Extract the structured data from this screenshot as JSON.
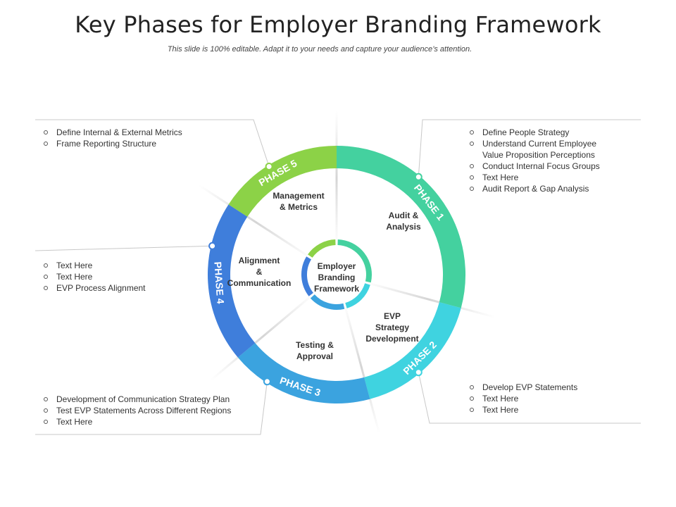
{
  "title": "Key Phases for Employer Branding Framework",
  "subtitle": "This slide is 100% editable. Adapt it to your needs and capture your audience’s attention.",
  "center": "Employer Branding Framework",
  "colors": {
    "phase1": "#44D19F",
    "phase2": "#3FD3E0",
    "phase3": "#3BA3DF",
    "phase4": "#3F7EDB",
    "phase5": "#8CD247",
    "connector": "#C8C8C8"
  },
  "phases": [
    {
      "label": "PHASE 1",
      "sector": [
        "Audit &",
        "Analysis"
      ],
      "bullets": [
        "Define People Strategy",
        "Understand Current Employee Value Proposition Perceptions",
        "Conduct Internal Focus Groups",
        "Text Here",
        "Audit Report & Gap Analysis"
      ]
    },
    {
      "label": "PHASE 2",
      "sector": [
        "EVP",
        "Strategy",
        "Development"
      ],
      "bullets": [
        "Develop  EVP Statements",
        "Text Here",
        "Text Here"
      ]
    },
    {
      "label": "PHASE 3",
      "sector": [
        "Testing &",
        "Approval"
      ],
      "bullets": [
        "Development  of Communication Strategy Plan",
        "Test EVP Statements Across Different Regions",
        "Text Here"
      ]
    },
    {
      "label": "PHASE 4",
      "sector": [
        "Alignment",
        "&",
        "Communication"
      ],
      "bullets": [
        "Text Here",
        "Text Here",
        "EVP Process Alignment"
      ]
    },
    {
      "label": "PHASE 5",
      "sector": [
        "Management",
        "& Metrics"
      ],
      "bullets": [
        "Define Internal  & External Metrics",
        "Frame Reporting Structure"
      ]
    }
  ]
}
